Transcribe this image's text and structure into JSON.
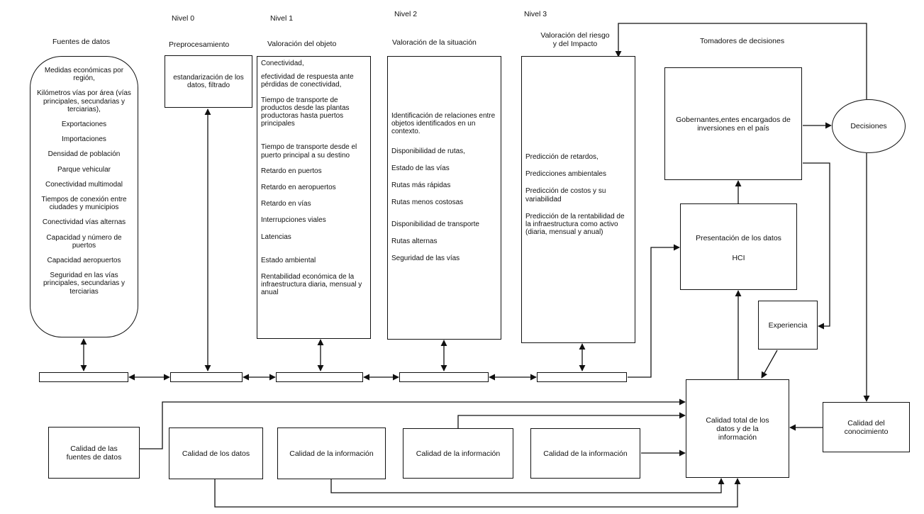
{
  "levels": {
    "nivel0": "Nivel 0",
    "nivel1": "Nivel 1",
    "nivel2": "Nivel 2",
    "nivel3": "Nivel 3"
  },
  "headers": {
    "fuentes": "Fuentes de datos",
    "preprocesamiento": "Preprocesamiento",
    "valoracion_objeto": "Valoración del objeto",
    "valoracion_situacion": "Valoración de la situación",
    "valoracion_riesgo_1": "Valoración del riesgo",
    "valoracion_riesgo_2": "y del Impacto",
    "tomadores": "Tomadores de decisiones"
  },
  "fuentes_items": [
    "Medidas económicas por región,",
    "Kilómetros vías por área (vías principales, secundarias y terciarias),",
    "Exportaciones",
    "Importaciones",
    "Densidad de población",
    "Parque vehicular",
    "Conectividad multimodal",
    "Tiempos de conexión entre ciudades y municipios",
    "Conectividad vías alternas",
    "Capacidad y número de puertos",
    "Capacidad aeropuertos",
    "Seguridad en las vías principales, secundarias y terciarias"
  ],
  "preprocesamiento_text": "estandarización de los datos, filtrado",
  "objeto_items": [
    "Conectividad,",
    "efectividad de respuesta ante pérdidas de conectividad,",
    "Tiempo de transporte de productos desde las plantas productoras hasta puertos principales",
    "Tiempo de transporte desde el puerto principal a su destino",
    "Retardo en puertos",
    "Retardo en aeropuertos",
    "Retardo en vías",
    "Interrupciones viales",
    "Latencias",
    "Estado ambiental",
    "Rentabilidad económica de la infraestructura diaria, mensual y anual"
  ],
  "situacion_items": [
    "Identificación de relaciones entre objetos identificados en un contexto.",
    "Disponibilidad de rutas,",
    "Estado de las vías",
    "Rutas más rápidas",
    "Rutas menos costosas",
    "Disponibilidad  de transporte",
    "Rutas alternas",
    "Seguridad de las vías"
  ],
  "riesgo_items": [
    "Predicción de retardos,",
    "Predicciones ambientales",
    "Predicción de costos y su variabilidad",
    "Predicción de la rentabilidad de la infraestructura como activo (diaria, mensual y anual)"
  ],
  "gobernantes": "Gobernantes,entes encargados de inversiones en el país",
  "decisiones": "Decisiones",
  "presentacion": "Presentación de los datos",
  "hci": "HCI",
  "experiencia": "Experiencia",
  "calidad_total": "Calidad total de los datos y de la información",
  "calidad_conocimiento": "Calidad del conocimiento",
  "calidad_fuentes": "Calidad de las fuentes de datos",
  "calidad_datos": "Calidad de los datos",
  "calidad_info_1": "Calidad de la información",
  "calidad_info_2": "Calidad de la información",
  "calidad_info_3": "Calidad de la información"
}
